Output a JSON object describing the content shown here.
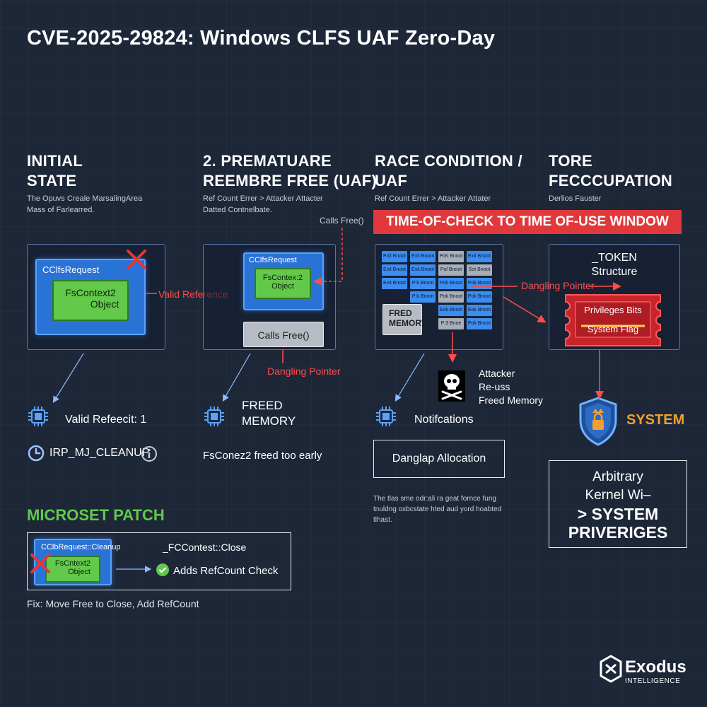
{
  "title": "CVE-2025-29824: Windows CLFS UAF Zero-Day",
  "col1": {
    "heading": [
      "INITIAL",
      "STATE"
    ],
    "sub": [
      "The Opuvs Creale MarsalingArea",
      "Mass of Farlearred."
    ],
    "outer_box": "CClfsRequest",
    "inner_box": [
      "FsContext2",
      "Object"
    ],
    "valid_reference": "Valid Reference",
    "refcount": "Valid Refeecit: 1",
    "irp": "IRP_MJ_CLEANUP",
    "patch_heading": "MICROSET PATCH",
    "patch_box_title": "CClbRequest::Cleanup",
    "patch_inner": [
      "FsCntext2",
      "Object"
    ],
    "patch_close": "_FCContest::Close",
    "patch_check": "Adds RefCount Check",
    "fix": "Fix: Move Free to Close, Add RefCount"
  },
  "col2": {
    "heading": [
      "2.  PREMATUARE",
      "REEMBRE FREE (UAF)"
    ],
    "sub": [
      "Ref Count Errer > Attacker Attacter",
      "Datted Contnelbate."
    ],
    "calls_free_label": "Calls Free()",
    "outer_box": "CClfsRequest",
    "inner_box": [
      "FsContex:2",
      "Object"
    ],
    "calls_free_box": "Calls Free()",
    "dangling": "Dangling Pointer",
    "freed": [
      "FREED",
      "MEMORY"
    ],
    "freed_early": "FsConez2 freed too early"
  },
  "col3": {
    "heading": [
      "RACE CONDITION /",
      "UAF"
    ],
    "sub": "Ref Count Errer > Attacker Attater",
    "banner": "TIME-OF-CHECK TO TIME OF-USE WINDOW",
    "grid_cells": [
      "Exit Bnoot",
      "Exit Bnoot",
      "PcK Bnoot",
      "Exit Bnoot",
      "Exit Bnoot",
      "Exit Bnoot",
      "Pol Bnoot",
      "Sot Bnoot",
      "Exit Bnoot",
      "P:k Bnoot",
      "Pok Bnoot",
      "Pok Bnoot",
      "P:k Bnoot",
      "Pok Bnoot",
      "Pok Bnoot",
      "Eok Bnoot",
      "Eok Bnoot",
      "Pok Bnoot",
      "P:3 Bnoe"
    ],
    "freed_memory": [
      "FRED",
      "MEMORY"
    ],
    "attacker": [
      "Attacker",
      "Re-uss",
      "Freed Memory"
    ],
    "notifications": "Notifcations",
    "danglap": "Danglap Allocation",
    "note": [
      "The tlas sme odr:ali ra geat fornce fung",
      "tnuldng oxbcstate hted aud yord hoabted",
      "tlhast."
    ]
  },
  "col4": {
    "heading": [
      "TORE",
      "FECCCUPATION"
    ],
    "sub": "Derlios Fauster",
    "token": [
      "_TOKEN",
      "Structure"
    ],
    "dangling": "Dangling Pointer",
    "privileges": "Privileges Bits",
    "system_flag": "System Flag",
    "system": "SYSTEM",
    "result": [
      "Arbitrary",
      "Kernel Wi–",
      "> SYSTEM",
      "PRIVERIGES"
    ]
  },
  "logo": {
    "name": "Exodus",
    "tag": "INTELLIGENCE"
  },
  "colors": {
    "background": "#1d2738",
    "accent_red": "#e0383b",
    "accent_green": "#62c94a",
    "accent_blue": "#2a73d6",
    "system_orange": "#f0a030"
  }
}
